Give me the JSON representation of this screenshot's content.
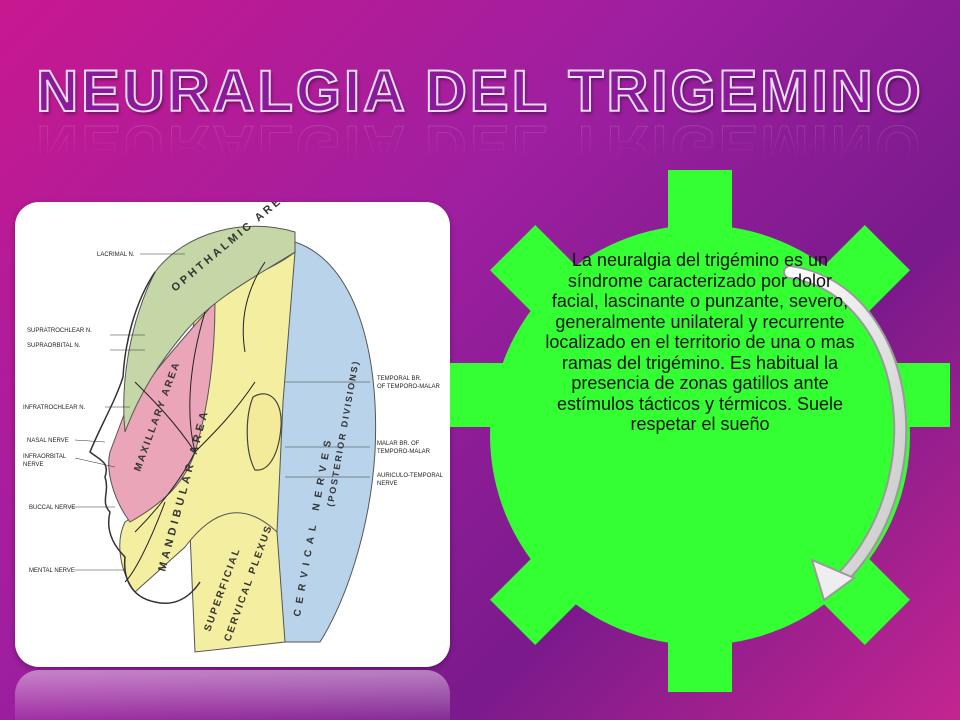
{
  "slide": {
    "title": "NEURALGIA DEL TRIGEMINO",
    "body_text": "La neuralgia del trigémino es un síndrome caracterizado por dolor facial, lascinante o punzante, severo, generalmente  unilateral y recurrente localizado en el territorio de una o mas ramas del trigémino. Es habitual la presencia de zonas gatillos ante estímulos tácticos y térmicos. Suele respetar el sueño",
    "colors": {
      "background": "#b01e98",
      "gear": "#33ff33",
      "title_fill": "#8a1a9a",
      "title_outline": "#e7e0ee"
    }
  },
  "diagram": {
    "labels": {
      "lacrimal": "LACRIMAL N.",
      "supratrochlear": "SUPRATROCHLEAR N.",
      "supraorbital": "SUPRAORBITAL N.",
      "infratrochlear": "INFRATROCHLEAR N.",
      "nasal": "NASAL NERVE",
      "infraorbital": "INFRAORBITAL",
      "infraorbital_2": "NERVE",
      "buccal": "BUCCAL NERVE",
      "mental": "MENTAL NERVE",
      "temporal_br": "TEMPORAL BR.",
      "temporal_br_2": "OF TEMPORO-MALAR",
      "malar_br": "MALAR BR. OF",
      "malar_br_2": "TEMPORO-MALAR",
      "auriculo": "AURICULO-TEMPORAL",
      "auriculo_2": "NERVE"
    },
    "region_labels": {
      "ophthalmic": "OPHTHALMIC AREA",
      "maxillary": "MAXILLARY AREA",
      "mandibular": "MANDIBULAR AREA",
      "superficial": "SUPERFICIAL",
      "cervical_plexus": "CERVICAL PLEXUS",
      "cervical_nerves": "CERVICAL NERVES",
      "divisions": "(POSTERIOR DIVISIONS)"
    }
  }
}
